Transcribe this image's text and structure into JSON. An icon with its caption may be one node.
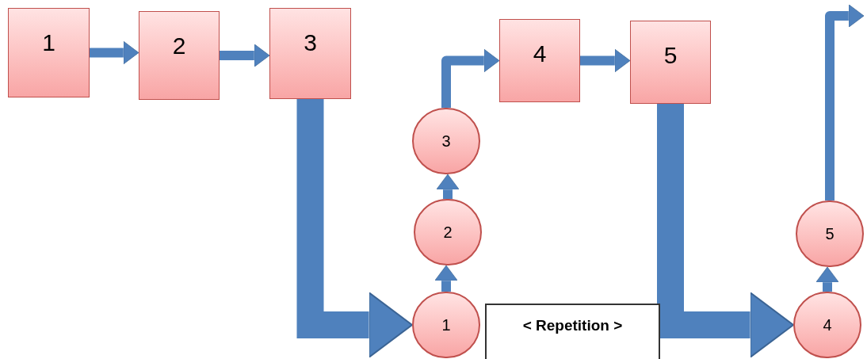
{
  "diagram": {
    "nodes": [
      {
        "text": [
          "1"
        ]
      },
      {
        "text": [
          "2"
        ]
      },
      {
        "text": [
          "3"
        ]
      },
      {
        "text": [
          "4"
        ]
      },
      {
        "text": [
          "5"
        ]
      },
      {
        "text": [
          "1"
        ]
      },
      {
        "text": [
          "2"
        ]
      },
      {
        "text": [
          "3"
        ]
      },
      {
        "text": [
          "4"
        ]
      },
      {
        "text": [
          "5"
        ]
      },
      {
        "text": [
          "< Repetition >"
        ]
      }
    ],
    "edges": [
      {
        "from": 0,
        "to": 1,
        "arrow": "to"
      },
      {
        "from": 1,
        "to": 2,
        "arrow": "to"
      },
      {
        "from": 2,
        "to": 5,
        "arrow": "to",
        "style": "thick"
      },
      {
        "from": 5,
        "to": 6,
        "arrow": "to"
      },
      {
        "from": 6,
        "to": 7,
        "arrow": "to"
      },
      {
        "from": 7,
        "to": 3,
        "arrow": "to"
      },
      {
        "from": 3,
        "to": 4,
        "arrow": "to"
      },
      {
        "from": 4,
        "to": 8,
        "arrow": "to",
        "style": "thick"
      },
      {
        "from": 8,
        "to": 9,
        "arrow": "to"
      },
      {
        "from": 9,
        "to": null,
        "arrow": "to"
      }
    ]
  }
}
